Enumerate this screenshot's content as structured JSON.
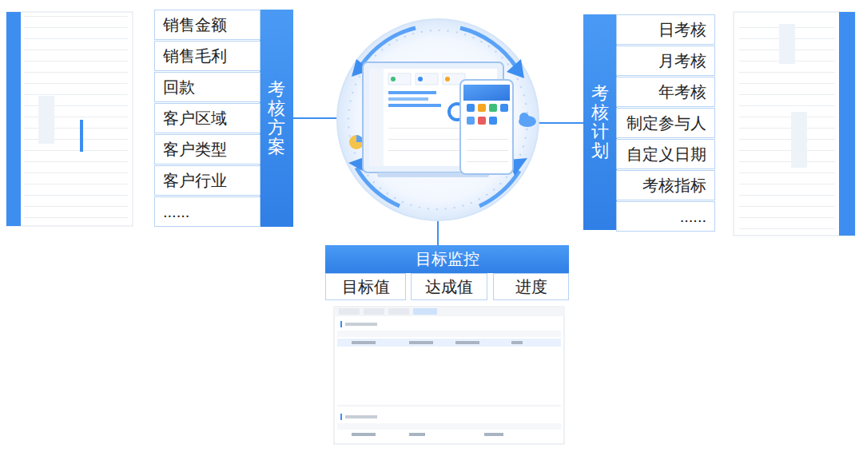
{
  "diagram": {
    "nodes": [
      {
        "text": [
          "考核方案"
        ]
      },
      {
        "text": [
          "销售金额"
        ]
      },
      {
        "text": [
          "销售毛利"
        ]
      },
      {
        "text": [
          "回款"
        ]
      },
      {
        "text": [
          "客户区域"
        ]
      },
      {
        "text": [
          "客户类型"
        ]
      },
      {
        "text": [
          "客户行业"
        ]
      },
      {
        "text": [
          "......"
        ]
      },
      {
        "text": [
          "考核计划"
        ]
      },
      {
        "text": [
          "日考核"
        ]
      },
      {
        "text": [
          "月考核"
        ]
      },
      {
        "text": [
          "年考核"
        ]
      },
      {
        "text": [
          "制定参与人"
        ]
      },
      {
        "text": [
          "自定义日期"
        ]
      },
      {
        "text": [
          "考核指标"
        ]
      },
      {
        "text": [
          "......"
        ]
      },
      {
        "text": [
          "目标监控"
        ]
      },
      {
        "text": [
          "目标值"
        ]
      },
      {
        "text": [
          "达成值"
        ]
      },
      {
        "text": [
          "进度"
        ]
      }
    ]
  }
}
